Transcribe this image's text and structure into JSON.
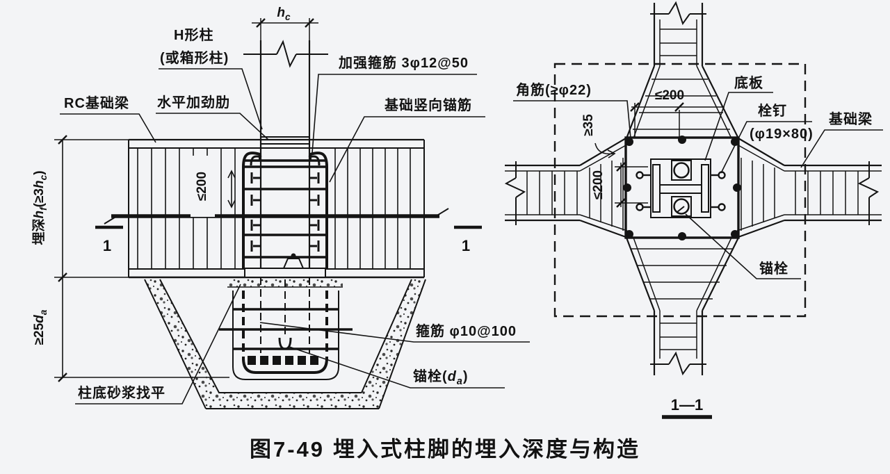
{
  "figure_caption": {
    "prefix": "图7-49",
    "title": "埋入式柱脚的埋入深度与构造"
  },
  "section_view": {
    "labels": {
      "column_line1": "H形柱",
      "column_line2": "(或箱形柱)",
      "rc_foundation_beam": "RC基础梁",
      "horizontal_stiffener": "水平加劲肋",
      "strengthening_stirrups": "加强箍筋 3φ12@50",
      "foundation_vertical_anchor_bars": "基础竖向锚筋",
      "pit_stirrups": "箍筋 φ10@100",
      "anchor_bolt_rich": [
        {
          "t": "锚栓("
        },
        {
          "t": "d",
          "i": true
        },
        {
          "t": "a",
          "sub": true,
          "i": true
        },
        {
          "t": ")"
        }
      ],
      "mortar_leveling": "柱底砂浆找平"
    },
    "dimensions": {
      "column_width_rich": [
        {
          "t": "h",
          "i": true
        },
        {
          "t": "c",
          "sub": true,
          "i": true
        }
      ],
      "embedment_depth_rich": [
        {
          "t": "埋深"
        },
        {
          "t": "h",
          "i": true
        },
        {
          "t": "f",
          "sub": true,
          "i": true
        },
        {
          "t": "(≥3"
        },
        {
          "t": "h",
          "i": true
        },
        {
          "t": "c",
          "sub": true,
          "i": true
        },
        {
          "t": ")"
        }
      ],
      "anchor_embedment_rich": [
        {
          "t": "≥25"
        },
        {
          "t": "d",
          "i": true
        },
        {
          "t": "a",
          "sub": true,
          "i": true
        }
      ],
      "stirrup_spacing": "≤200"
    },
    "section_mark": "1"
  },
  "plan_view": {
    "labels": {
      "corner_bars": "角筋(≥φ22)",
      "base_plate": "底板",
      "stud_line1": "栓钉",
      "stud_line2": "(φ19×80)",
      "foundation_beam": "基础梁",
      "anchor_bolt": "锚栓"
    },
    "dimensions": {
      "top_spacing": "≤200",
      "side_spacing": "≤200",
      "cover": "≥35"
    },
    "section_title": "1—1"
  },
  "colors": {
    "ink": "#141414",
    "paper": "#f3f4f6"
  }
}
